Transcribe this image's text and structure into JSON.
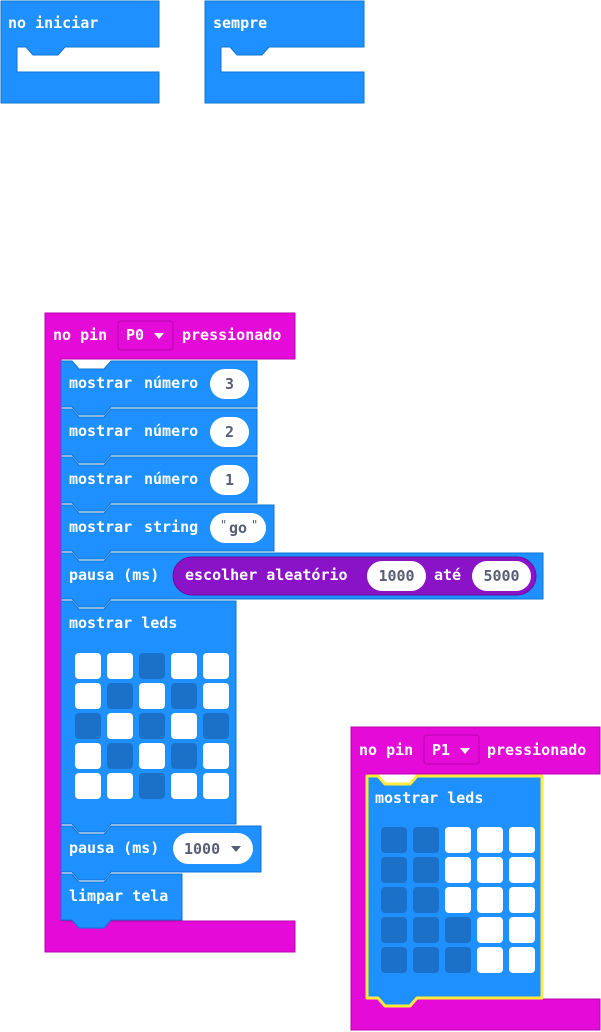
{
  "colors": {
    "basic": "#1e90ff",
    "basic_dark": "#1273d1",
    "input": "#e40bd9",
    "input_dark": "#b506ab",
    "math": "#8a12c7",
    "math_dark": "#6d0d9f",
    "highlight": "#ffeb3b",
    "led_on": "#ffffff",
    "led_off": "#1b71c8",
    "value_text": "#575e75"
  },
  "on_start": {
    "label": "no iniciar"
  },
  "forever": {
    "label": "sempre"
  },
  "pin_p0_handler": {
    "prefix": "no pin",
    "pin": "P0",
    "suffix": "pressionado",
    "blocks": {
      "show_number_1": {
        "label1": "mostrar",
        "label2": "número",
        "value": "3"
      },
      "show_number_2": {
        "label1": "mostrar",
        "label2": "número",
        "value": "2"
      },
      "show_number_3": {
        "label1": "mostrar",
        "label2": "número",
        "value": "1"
      },
      "show_string": {
        "label1": "mostrar",
        "label2": "string",
        "value": "go"
      },
      "pause_random": {
        "label": "pausa (ms)",
        "random": {
          "label": "escolher aleatório",
          "from": "1000",
          "to_label": "até",
          "to": "5000"
        }
      },
      "show_leds": {
        "label": "mostrar leds",
        "grid": [
          [
            1,
            1,
            0,
            1,
            1
          ],
          [
            1,
            0,
            1,
            0,
            1
          ],
          [
            0,
            1,
            0,
            1,
            0
          ],
          [
            1,
            0,
            1,
            0,
            1
          ],
          [
            1,
            1,
            0,
            1,
            1
          ]
        ]
      },
      "pause": {
        "label": "pausa (ms)",
        "value": "1000"
      },
      "clear_screen": {
        "label": "limpar tela"
      }
    }
  },
  "pin_p1_handler": {
    "prefix": "no pin",
    "pin": "P1",
    "suffix": "pressionado",
    "blocks": {
      "show_leds": {
        "label": "mostrar leds",
        "grid": [
          [
            0,
            0,
            1,
            1,
            1
          ],
          [
            0,
            0,
            1,
            1,
            1
          ],
          [
            0,
            0,
            1,
            1,
            1
          ],
          [
            0,
            0,
            0,
            1,
            1
          ],
          [
            0,
            0,
            0,
            1,
            1
          ]
        ]
      }
    }
  }
}
